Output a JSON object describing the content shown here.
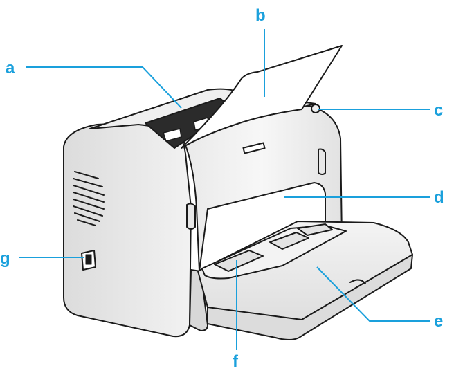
{
  "diagram": {
    "accent_color": "#1aa0dc",
    "outline_color": "#1a1a1a",
    "callouts": [
      {
        "id": "a",
        "label": "a"
      },
      {
        "id": "b",
        "label": "b"
      },
      {
        "id": "c",
        "label": "c"
      },
      {
        "id": "d",
        "label": "d"
      },
      {
        "id": "e",
        "label": "e"
      },
      {
        "id": "f",
        "label": "f"
      },
      {
        "id": "g",
        "label": "g"
      }
    ]
  }
}
